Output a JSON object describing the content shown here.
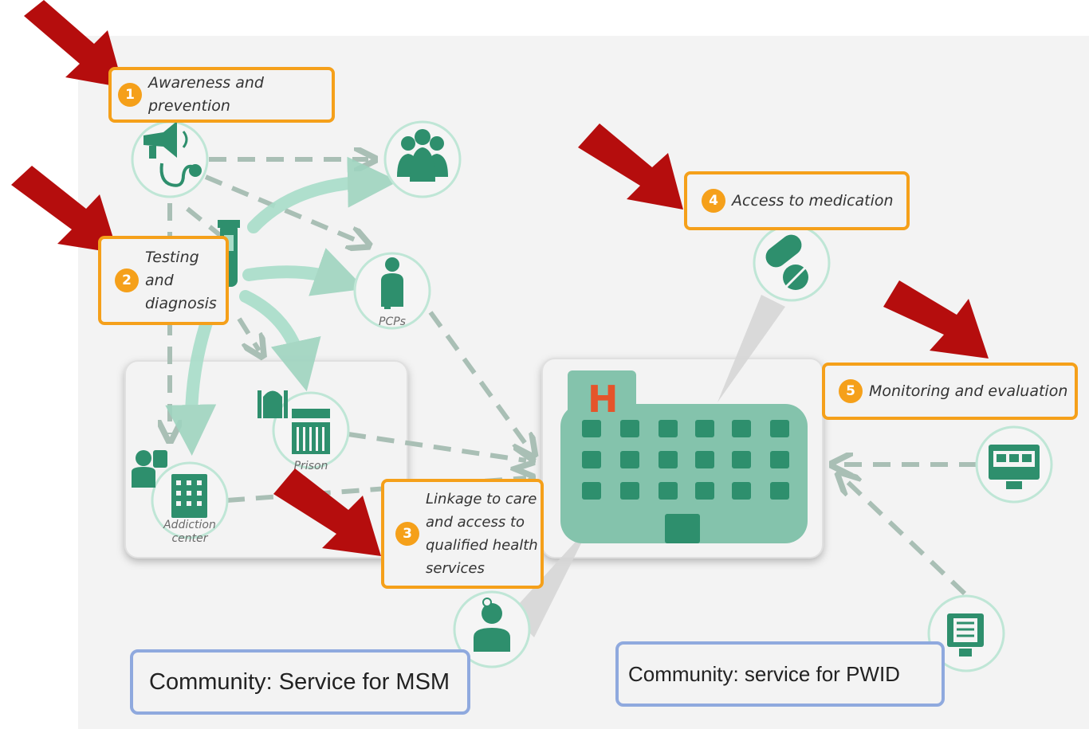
{
  "steps": [
    {
      "number": "1",
      "label": "Awareness and prevention"
    },
    {
      "number": "2",
      "lines": [
        "Testing",
        "and",
        "diagnosis"
      ]
    },
    {
      "number": "3",
      "lines": [
        "Linkage to care",
        "and access to",
        "qualified health",
        "services"
      ]
    },
    {
      "number": "4",
      "label": "Access to medication"
    },
    {
      "number": "5",
      "label": "Monitoring and evaluation"
    }
  ],
  "nodes": {
    "pcps": "PCPs",
    "prison": "Prison",
    "addiction_center": [
      "Addiction",
      "center"
    ]
  },
  "communities": {
    "msm": "Community: Service for MSM",
    "pwid": "Community: service for PWID"
  },
  "icons": {
    "hospital_sign": "H",
    "megaphone": "megaphone-icon",
    "stethoscope": "stethoscope-icon",
    "crowd": "crowd-icon",
    "doctor": "doctor-icon",
    "pills": "pills-icon",
    "monitor": "monitor-icon",
    "checklist": "checklist-icon"
  },
  "colors": {
    "teal": "#7fbfa6",
    "dark_teal": "#2e8f6d",
    "orange": "#f5a01a",
    "blue": "#8fa9de",
    "red_arrow": "#b50d0d"
  }
}
